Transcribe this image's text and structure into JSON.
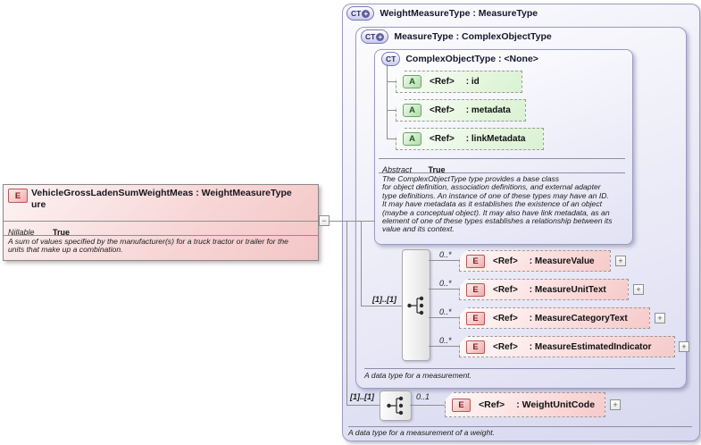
{
  "icons": {
    "element": "E",
    "attribute": "A",
    "complex_type": "CT",
    "plus_badge": "+",
    "expand": "+",
    "collapse": "−"
  },
  "left_element": {
    "title_line1": "VehicleGrossLadenSumWeightMeas : WeightMeasureType",
    "title_line2": "ure",
    "nillable_label": "Nillable",
    "nillable_value": "True",
    "description": "A sum of values specified by the manufacturer(s) for a truck tractor or trailer for the\nunits that make up a combination."
  },
  "weight_measure_type": {
    "title": "WeightMeasureType : MeasureType",
    "footer_note": "A data type for a measurement of a weight.",
    "occurs": "[1]..[1]",
    "weight_unit_code": {
      "cardinality": "0..1",
      "ref": "<Ref>",
      "name": ": WeightUnitCode"
    },
    "measure_type": {
      "title": "MeasureType : ComplexObjectType",
      "footer_note": "A data type for a measurement.",
      "occurs": "[1]..[1]",
      "elements": [
        {
          "cardinality": "0..*",
          "ref": "<Ref>",
          "name": ": MeasureValue"
        },
        {
          "cardinality": "0..*",
          "ref": "<Ref>",
          "name": ": MeasureUnitText"
        },
        {
          "cardinality": "0..*",
          "ref": "<Ref>",
          "name": ": MeasureCategoryText"
        },
        {
          "cardinality": "0..*",
          "ref": "<Ref>",
          "name": ": MeasureEstimatedIndicator"
        }
      ],
      "complex_object_type": {
        "title": "ComplexObjectType : <None>",
        "attributes": [
          {
            "ref": "<Ref>",
            "name": ": id"
          },
          {
            "ref": "<Ref>",
            "name": ": metadata"
          },
          {
            "ref": "<Ref>",
            "name": ": linkMetadata"
          }
        ],
        "abstract_label": "Abstract",
        "abstract_value": "True",
        "description": "The ComplexObjectType type provides a base class\nfor object definition, association definitions, and external adapter\ntype definitions. An instance of one of these types may have an ID.\nIt may have metadata as it establishes the existence of an object\n(maybe a conceptual object). It may also have link metadata, as an\nelement of one of these types establishes a relationship between its\nvalue and its context."
      }
    }
  }
}
